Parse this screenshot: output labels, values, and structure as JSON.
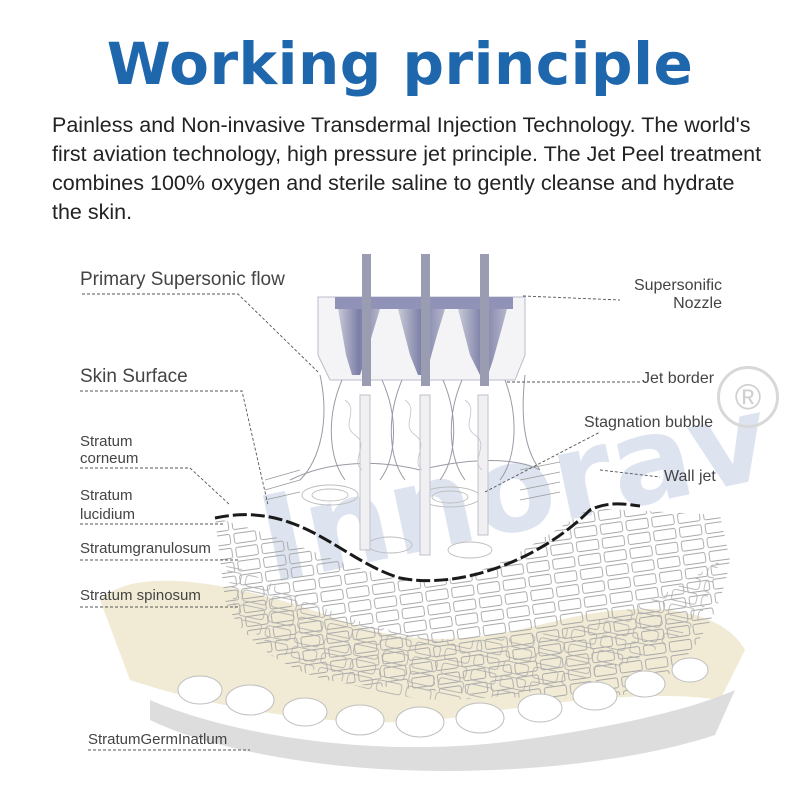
{
  "title": "Working  principle",
  "intro": "Painless and Non-invasive Transdermal Injection Technology.  The world's first aviation technology, high pressure jet principle. The Jet Peel treatment combines 100% oxygen and sterile saline to gently cleanse and hydrate the skin.",
  "labels": {
    "primary_flow": "Primary  Supersonic  flow",
    "skin_surface": "Skin  Surface",
    "stratum_corneum_1": "Stratum",
    "stratum_corneum_2": "corneum",
    "stratum_lucidium_1": "Stratum",
    "stratum_lucidium_2": "lucidium",
    "stratum_granulosum": "Stratumgranulosum",
    "stratum_spinosum": "Stratum spinosum",
    "stratum_germinatium": "StratumGermInatlum",
    "nozzle_1": "Supersonific",
    "nozzle_2": "Nozzle",
    "jet_border": "Jet border",
    "stagnation_bubble": "Stagnation bubble",
    "wall_jet": "Wall jet"
  },
  "watermark": {
    "symbol": "®"
  },
  "colors": {
    "title": "#1e67ad",
    "watermark_blue": "#c3cfe4",
    "watermark_yellow": "#efe4c2",
    "watermark_grey": "#d8d8d8",
    "nozzle": "#9193b8"
  }
}
